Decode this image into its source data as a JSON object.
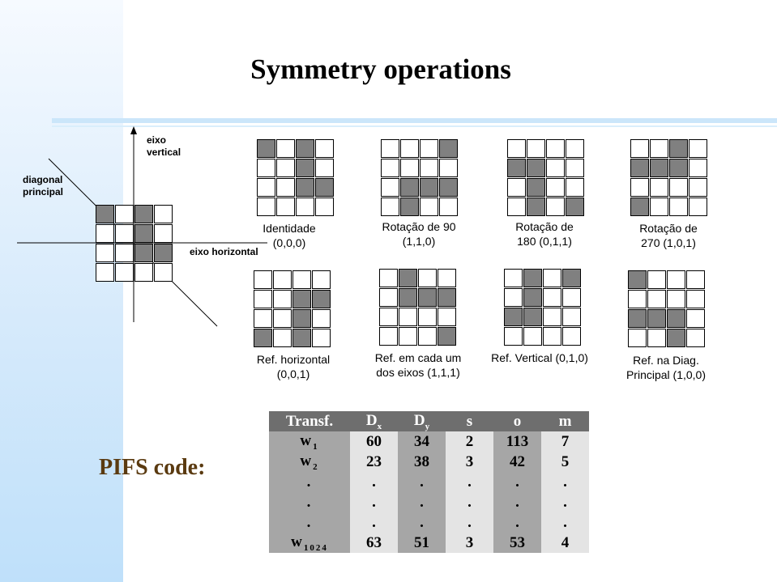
{
  "title": "Symmetry operations",
  "axes": {
    "vertical": "eixo\nvertical",
    "diagonal": "diagonal\nprincipal",
    "horizontal": "eixo horizontal"
  },
  "base_grid": [
    [
      1,
      0,
      1,
      0
    ],
    [
      0,
      0,
      1,
      0
    ],
    [
      0,
      0,
      1,
      1
    ],
    [
      0,
      0,
      0,
      0
    ]
  ],
  "transforms": [
    {
      "label": "Identidade\n(0,0,0)",
      "grid": [
        [
          1,
          0,
          1,
          0
        ],
        [
          0,
          0,
          1,
          0
        ],
        [
          0,
          0,
          1,
          1
        ],
        [
          0,
          0,
          0,
          0
        ]
      ]
    },
    {
      "label": "Rotação de 90\n(1,1,0)",
      "grid": [
        [
          0,
          0,
          0,
          1
        ],
        [
          0,
          0,
          0,
          0
        ],
        [
          0,
          1,
          1,
          1
        ],
        [
          0,
          1,
          0,
          0
        ]
      ]
    },
    {
      "label": "Rotação de\n180 (0,1,1)",
      "grid": [
        [
          0,
          0,
          0,
          0
        ],
        [
          1,
          1,
          0,
          0
        ],
        [
          0,
          1,
          0,
          0
        ],
        [
          0,
          1,
          0,
          1
        ]
      ]
    },
    {
      "label": "Rotação de\n270 (1,0,1)",
      "grid": [
        [
          0,
          0,
          1,
          0
        ],
        [
          1,
          1,
          1,
          0
        ],
        [
          0,
          0,
          0,
          0
        ],
        [
          1,
          0,
          0,
          0
        ]
      ]
    },
    {
      "label": "Ref. horizontal\n(0,0,1)",
      "grid": [
        [
          0,
          0,
          0,
          0
        ],
        [
          0,
          0,
          1,
          1
        ],
        [
          0,
          0,
          1,
          0
        ],
        [
          1,
          0,
          1,
          0
        ]
      ]
    },
    {
      "label": "Ref. em cada um\ndos eixos (1,1,1)",
      "grid": [
        [
          0,
          1,
          0,
          0
        ],
        [
          0,
          1,
          1,
          1
        ],
        [
          0,
          0,
          0,
          0
        ],
        [
          0,
          0,
          0,
          1
        ]
      ]
    },
    {
      "label": "Ref. Vertical (0,1,0)",
      "grid": [
        [
          0,
          1,
          0,
          1
        ],
        [
          0,
          1,
          0,
          0
        ],
        [
          1,
          1,
          0,
          0
        ],
        [
          0,
          0,
          0,
          0
        ]
      ]
    },
    {
      "label": "Ref. na Diag.\nPrincipal (1,0,0)",
      "grid": [
        [
          1,
          0,
          0,
          0
        ],
        [
          0,
          0,
          0,
          0
        ],
        [
          1,
          1,
          1,
          0
        ],
        [
          0,
          0,
          1,
          0
        ]
      ]
    }
  ],
  "pifs_label": "PIFS code:",
  "table": {
    "headers": [
      "Transf.",
      "D",
      "D",
      "s",
      "o",
      "m"
    ],
    "header_subs": [
      "",
      "x",
      "y",
      "",
      "",
      ""
    ],
    "rows": [
      {
        "w": "w",
        "sub": "1",
        "vals": [
          "60",
          "34",
          "2",
          "113",
          "7"
        ]
      },
      {
        "w": "w",
        "sub": "2",
        "vals": [
          "23",
          "38",
          "3",
          "42",
          "5"
        ]
      },
      {
        "w": ".",
        "sub": "",
        "vals": [
          ".",
          ".",
          ".",
          ".",
          "."
        ]
      },
      {
        "w": ".",
        "sub": "",
        "vals": [
          ".",
          ".",
          ".",
          ".",
          "."
        ]
      },
      {
        "w": ".",
        "sub": "",
        "vals": [
          ".",
          ".",
          ".",
          ".",
          "."
        ]
      },
      {
        "w": "w",
        "sub": "1024",
        "vals": [
          "63",
          "51",
          "3",
          "53",
          "4"
        ]
      }
    ]
  }
}
